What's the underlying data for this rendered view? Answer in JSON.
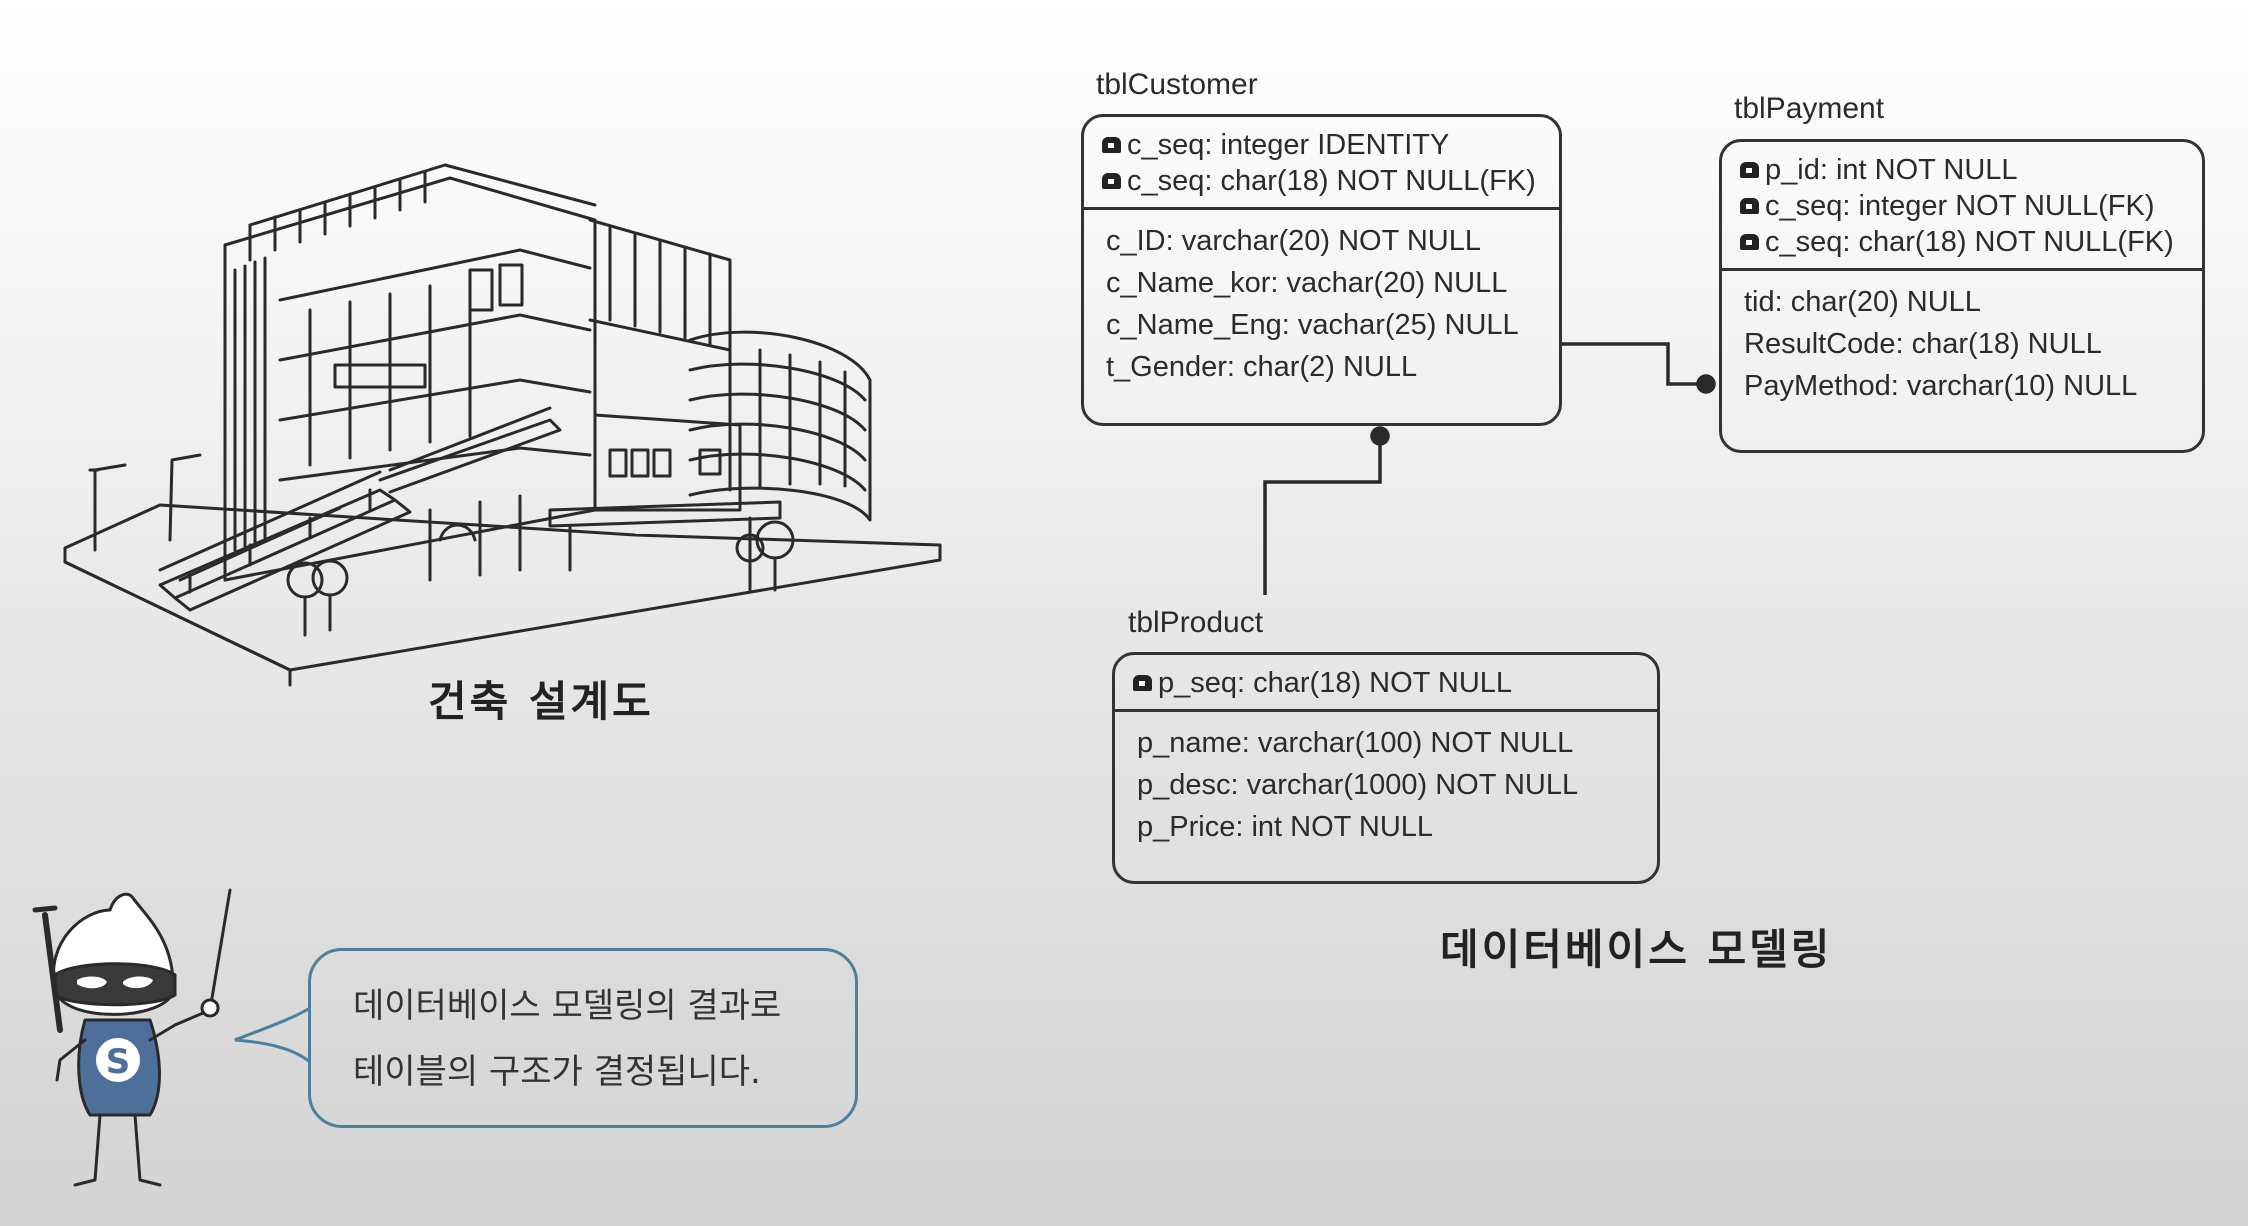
{
  "building_caption": "건축 설계도",
  "model_caption": "데이터베이스 모델링",
  "speech": {
    "line1": "데이터베이스 모델링의 결과로",
    "line2": "테이블의 구조가 결정됩니다."
  },
  "mascot": {
    "badge": "S"
  },
  "tables": {
    "customer": {
      "name": "tblCustomer",
      "keys": [
        "c_seq: integer IDENTITY",
        "c_seq: char(18) NOT NULL(FK)"
      ],
      "attrs": [
        "c_ID: varchar(20) NOT NULL",
        "c_Name_kor: vachar(20) NULL",
        "c_Name_Eng: vachar(25) NULL",
        "t_Gender: char(2) NULL"
      ]
    },
    "payment": {
      "name": "tblPayment",
      "keys": [
        "p_id: int NOT NULL",
        "c_seq: integer NOT NULL(FK)",
        "c_seq: char(18) NOT NULL(FK)"
      ],
      "attrs": [
        "tid: char(20) NULL",
        "ResultCode: char(18) NULL",
        "PayMethod: varchar(10) NULL"
      ]
    },
    "product": {
      "name": "tblProduct",
      "keys": [
        "p_seq: char(18) NOT NULL"
      ],
      "attrs": [
        "p_name: varchar(100) NOT NULL",
        "p_desc: varchar(1000) NOT NULL",
        "p_Price: int  NOT NULL"
      ]
    }
  }
}
